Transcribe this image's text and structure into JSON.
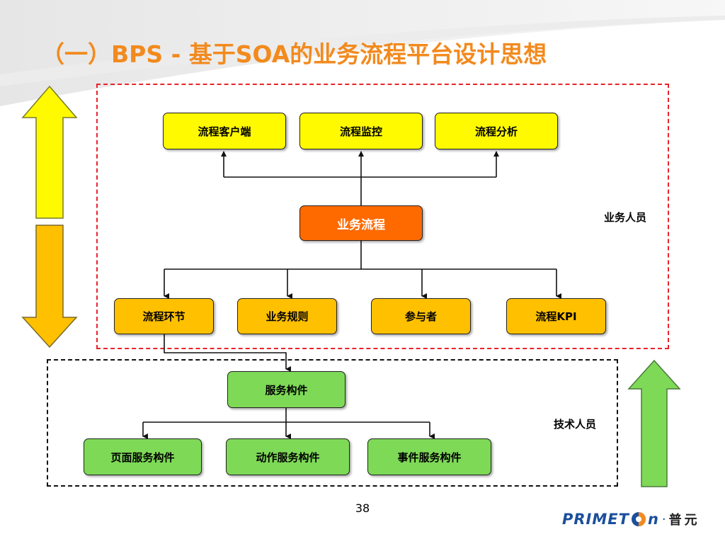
{
  "title": "（一）BPS - 基于SOA的业务流程平台设计思想",
  "top_nodes": [
    "流程客户端",
    "流程监控",
    "流程分析"
  ],
  "center_node": "业务流程",
  "middle_nodes": [
    "流程环节",
    "业务规则",
    "参与者",
    "流程KPI"
  ],
  "service_node": "服务构件",
  "bottom_nodes": [
    "页面服务构件",
    "动作服务构件",
    "事件服务构件"
  ],
  "labels": {
    "business": "业务人员",
    "technical": "技术人员"
  },
  "page_number": "38",
  "logo": {
    "wordmark_left": "PRIMET",
    "wordmark_right": "n",
    "dot": "·",
    "chinese": "普元"
  },
  "colors": {
    "title": "#f28a1e",
    "top_nodes": "#fffa00",
    "center_node": "#ff6a00",
    "middle_nodes": "#ffc000",
    "tech_nodes": "#7ed957",
    "business_frame": "#e8232a",
    "logo": "#1b4f9c"
  }
}
